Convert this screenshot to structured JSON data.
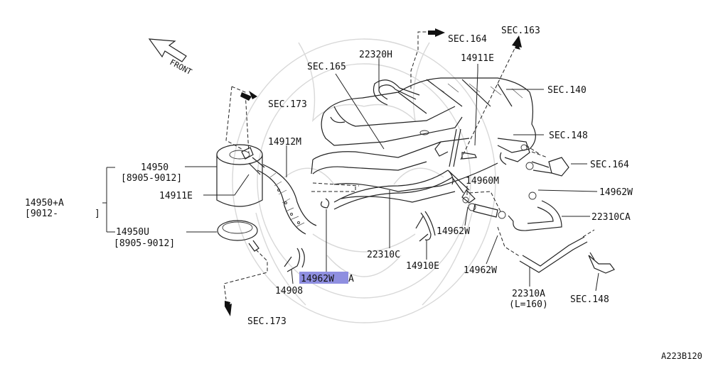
{
  "diagram": {
    "front_label": "FRONT",
    "drawing_code": "A223B120",
    "highlight_label": "14962W",
    "highlight_color": "#8f8fe0",
    "labels": {
      "sec164_top": "SEC.164",
      "sec163": "SEC.163",
      "p22320H": "22320H",
      "p14911E_top": "14911E",
      "sec165": "SEC.165",
      "sec140": "SEC.140",
      "sec173_top": "SEC.173",
      "sec148_right": "SEC.148",
      "p14912M": "14912M",
      "p14950": "14950",
      "d8905_9012_a": "[8905-9012]",
      "p14950A": "14950+A",
      "d9012": "[9012-",
      "bracket_close": "]",
      "p14911E_left": "14911E",
      "sec164_right": "SEC.164",
      "p14960M": "14960M",
      "p14962W_right": "14962W",
      "p22310CA": "22310CA",
      "p14950U": "14950U",
      "d8905_9012_b": "[8905-9012]",
      "p14962W_mid": "14962W",
      "p22310C": "22310C",
      "p14910E": "14910E",
      "p14962W_low": "14962W",
      "suffix_A": "A",
      "p14908": "14908",
      "p22310A": "22310A",
      "l160": "(L=160)",
      "sec148_low": "SEC.148",
      "sec173_bottom": "SEC.173"
    }
  }
}
